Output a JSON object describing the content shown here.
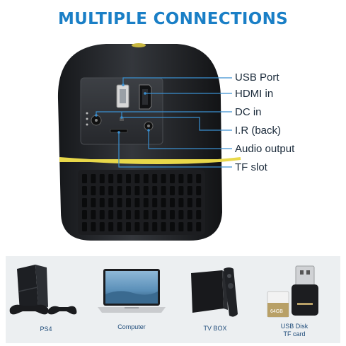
{
  "title": "MULTIPLE CONNECTIONS",
  "callouts": [
    {
      "label": "USB Port"
    },
    {
      "label": "HDMI  in"
    },
    {
      "label": "DC in"
    },
    {
      "label": "I.R (back)"
    },
    {
      "label": "Audio output"
    },
    {
      "label": "TF slot"
    }
  ],
  "devices": [
    {
      "label": "PS4",
      "icon": "game-console-icon"
    },
    {
      "label": "Computer",
      "icon": "laptop-icon"
    },
    {
      "label": "TV BOX",
      "icon": "tv-box-icon"
    },
    {
      "label_line1": "USB Disk",
      "label_line2": "TF card",
      "icon": "usb-disk-icon"
    }
  ],
  "colors": {
    "title": "#1a7fc6",
    "callout_line": "#3a8fd0",
    "accent_ring": "#e8d84a",
    "device_body": "#2a2c30",
    "band": "#eceff1"
  }
}
